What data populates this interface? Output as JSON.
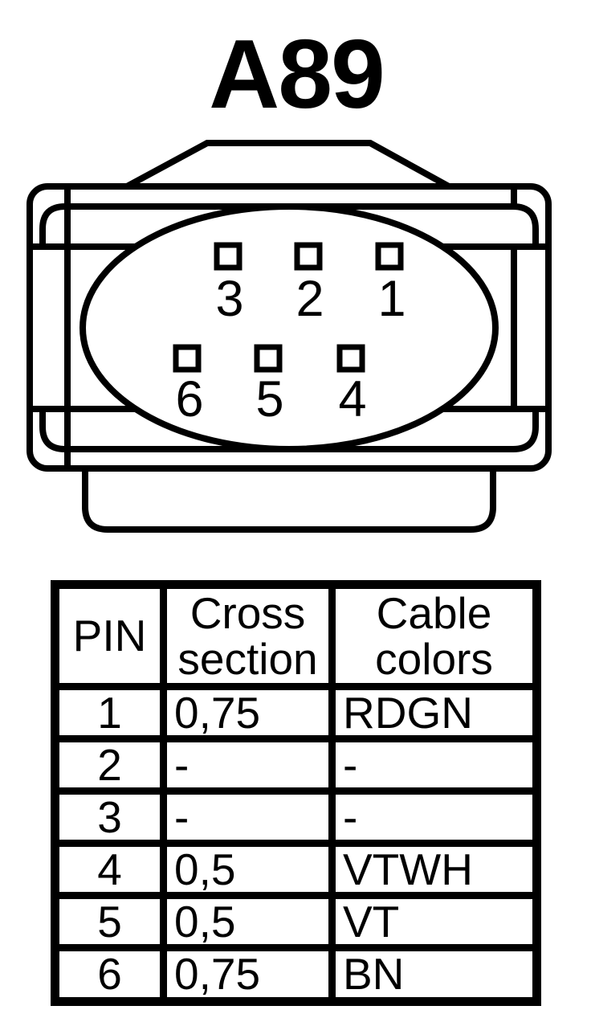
{
  "page": {
    "background_color": "#ffffff",
    "line_color": "#000000"
  },
  "connector": {
    "designation": "A89",
    "pin_labels_top": [
      "3",
      "2",
      "1"
    ],
    "pin_labels_bottom": [
      "6",
      "5",
      "4"
    ]
  },
  "table": {
    "headers": {
      "pin": "PIN",
      "cross_line1": "Cross",
      "cross_line2": "section",
      "cable_line1": "Cable",
      "cable_line2": "colors"
    },
    "rows": [
      [
        "1",
        "0,75",
        "RDGN"
      ],
      [
        "2",
        "-",
        "-"
      ],
      [
        "3",
        "-",
        "-"
      ],
      [
        "4",
        "0,5",
        "VTWH"
      ],
      [
        "5",
        "0,5",
        "VT"
      ],
      [
        "6",
        "0,75",
        "BN"
      ]
    ]
  }
}
